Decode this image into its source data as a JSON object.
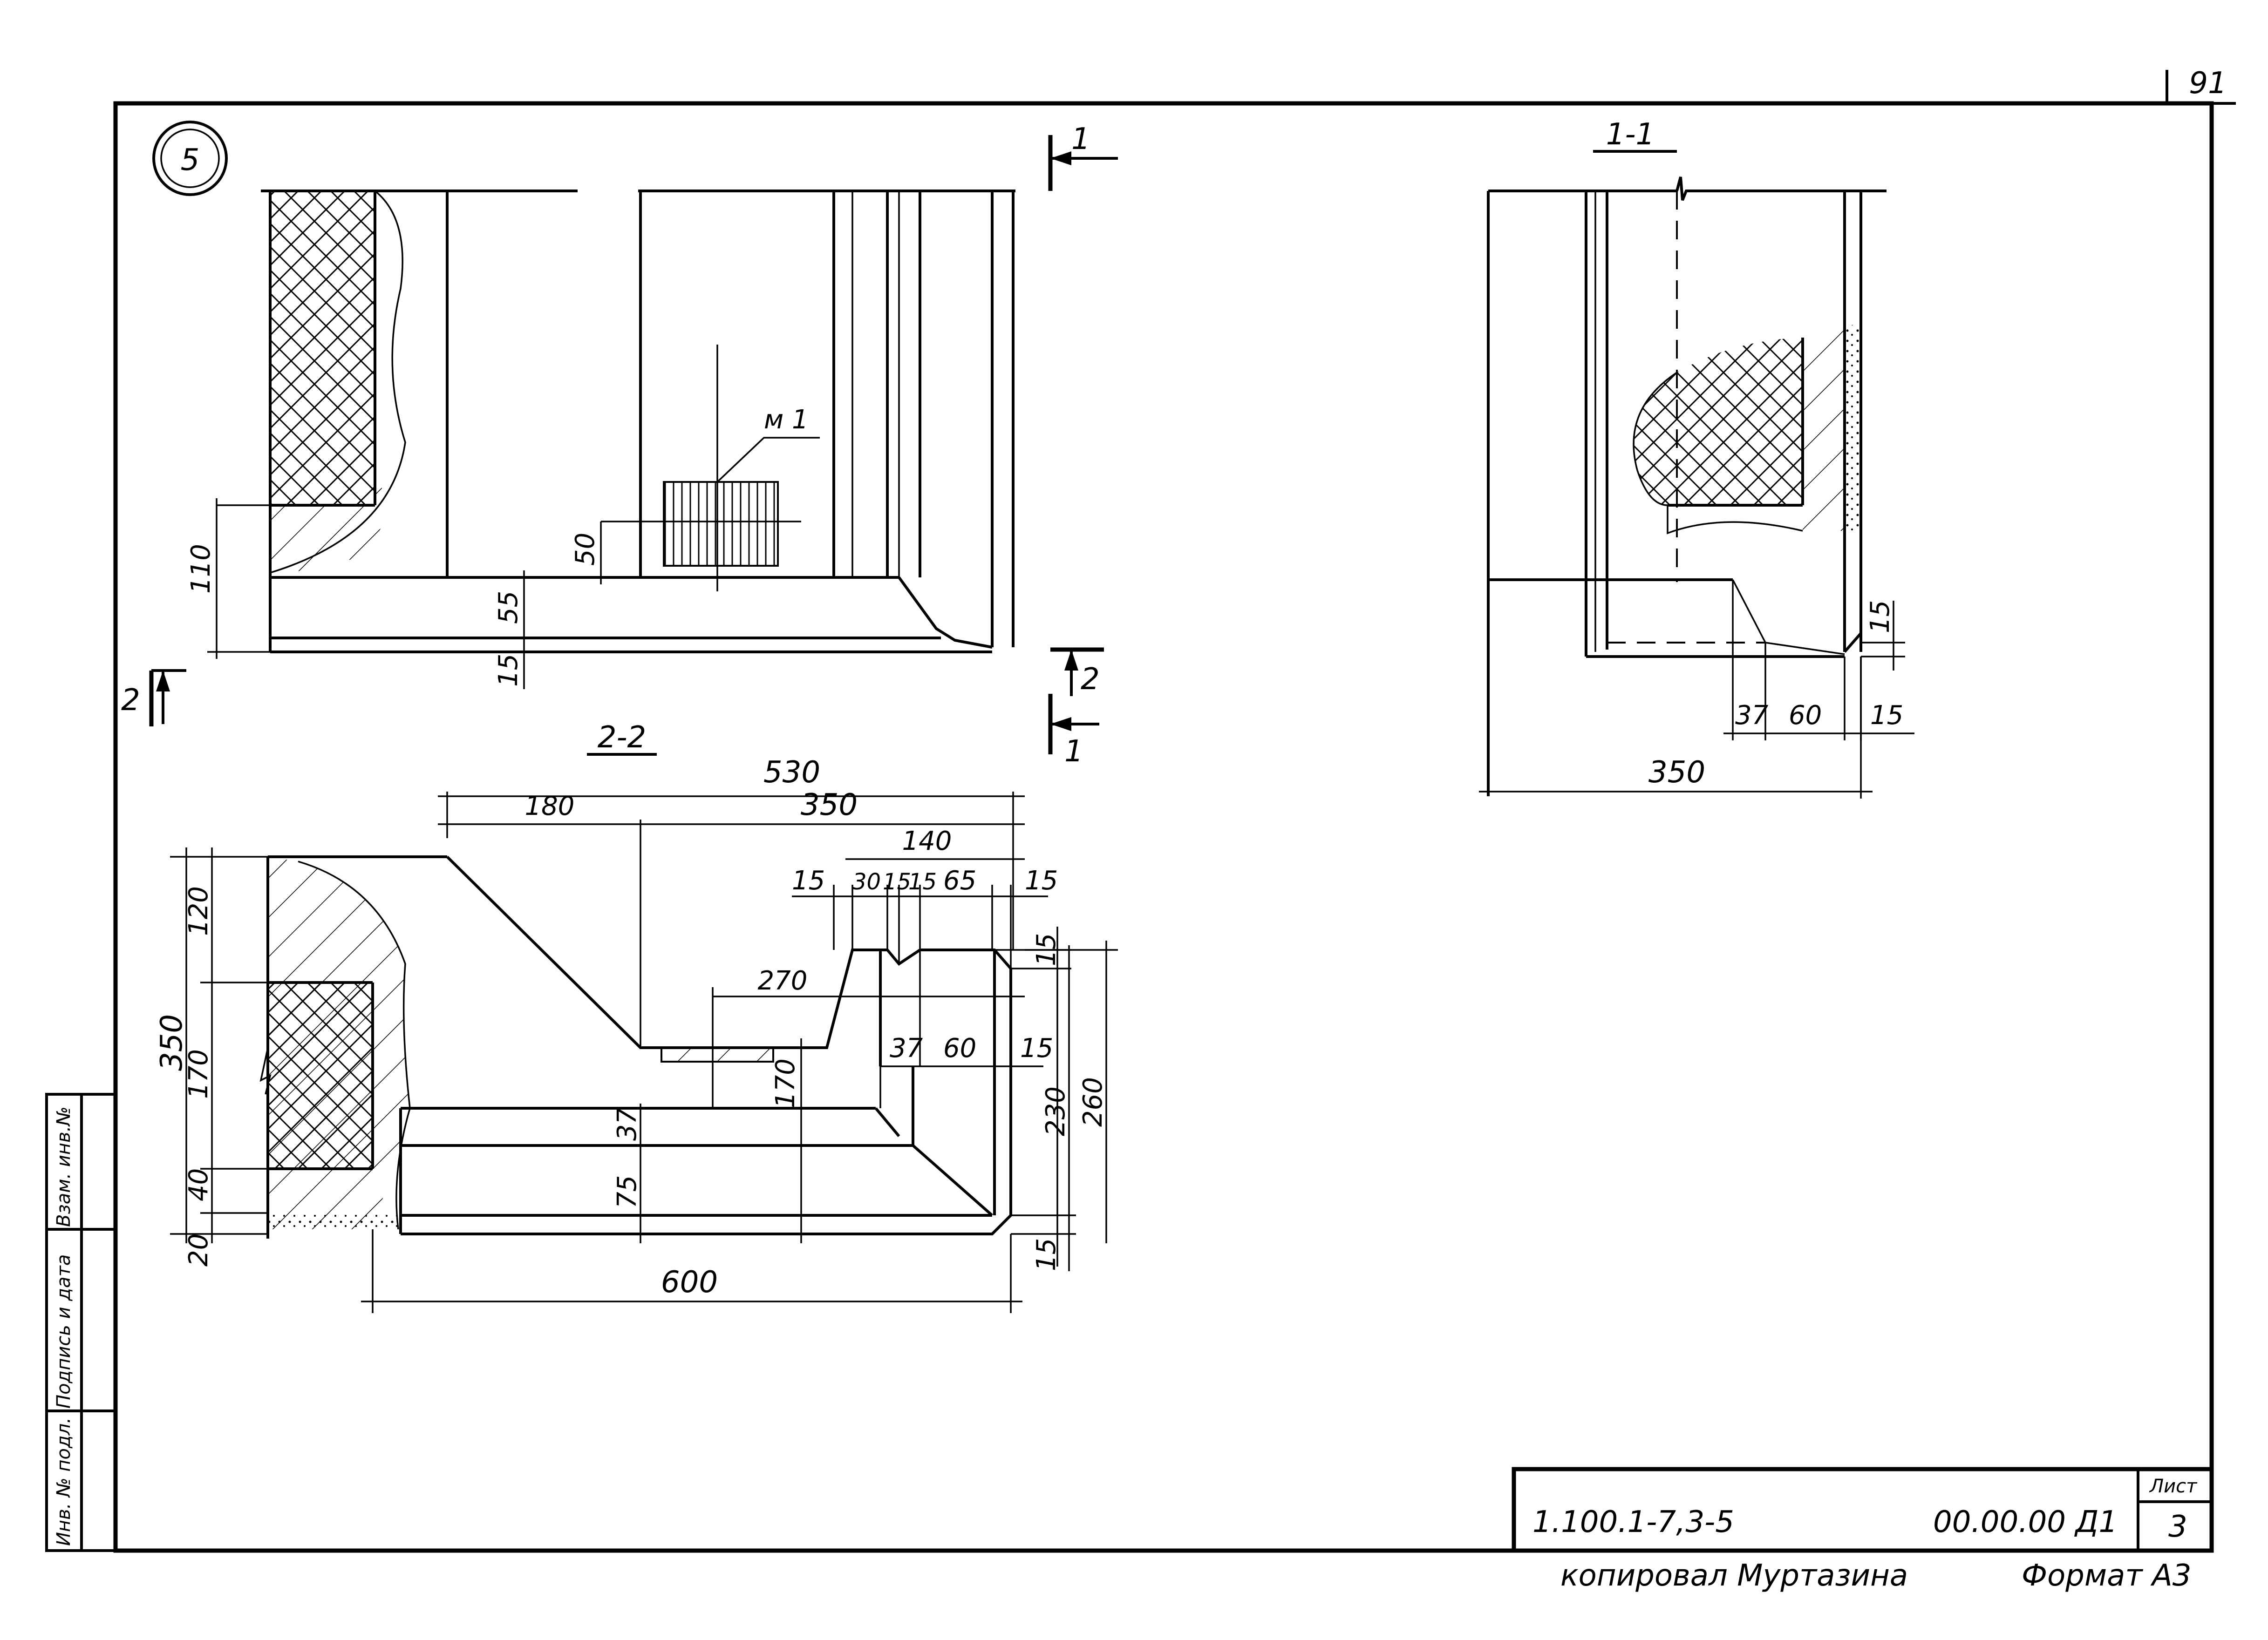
{
  "page_number": "91",
  "detail_mark": "5",
  "sections": {
    "cut_1": "1",
    "cut_2": "2",
    "view_1_1": "1-1",
    "view_2_2": "2-2"
  },
  "leaders": {
    "m1": "м 1"
  },
  "dims_front": {
    "d110": "110",
    "d50": "50",
    "d55": "55",
    "d15": "15"
  },
  "dims_1_1": {
    "d15a": "15",
    "d15b": "15",
    "d37": "37",
    "d60": "60",
    "d350": "350"
  },
  "dims_2_2": {
    "d530": "530",
    "d180": "180",
    "d350top": "350",
    "d140": "140",
    "d15a": "15",
    "d30": "30",
    "d15b": "15",
    "d15c": "15",
    "d65": "65",
    "d15d": "15",
    "d15e": "15",
    "d270": "270",
    "d37": "37",
    "d60": "60",
    "d15f": "15",
    "d350left": "350",
    "d120": "120",
    "d170left": "170",
    "d40": "40",
    "d20": "20",
    "d37v": "37",
    "d75": "75",
    "d170v": "170",
    "d230": "230",
    "d260": "260",
    "d15g": "15",
    "d600": "600"
  },
  "title_block": {
    "doc_code": "1.100.1-7,3-5",
    "sheet_code": "00.00.00 Д1",
    "sheet_label": "Лист",
    "sheet_no": "3",
    "copied_by": "копировал Муртазина",
    "format": "Формат А3"
  },
  "side_stamp": {
    "inv_orig": "Инв. № подл.",
    "sign_date": "Подпись и дата",
    "inv_repl": "Взам. инв.№"
  }
}
